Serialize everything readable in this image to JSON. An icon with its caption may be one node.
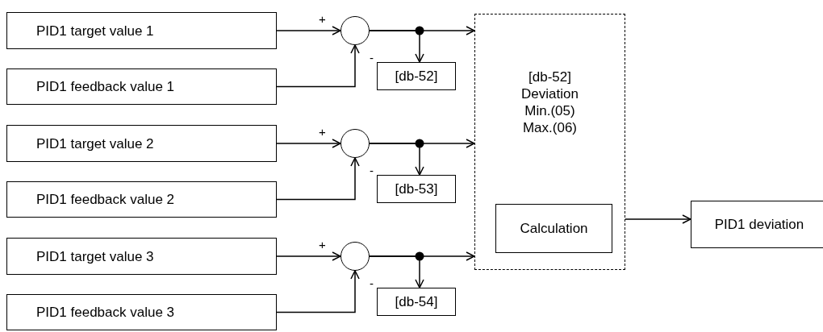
{
  "diagram": {
    "nodes": [
      {
        "text": [
          "PID1 target value 1"
        ]
      },
      {
        "text": [
          "PID1 feedback value 1"
        ]
      },
      {
        "text": [],
        "shape": "circle"
      },
      {
        "text": [
          "[db-52]"
        ]
      },
      {
        "text": [
          "PID1 target value 2"
        ]
      },
      {
        "text": [
          "PID1 feedback value 2"
        ]
      },
      {
        "text": [],
        "shape": "circle"
      },
      {
        "text": [
          "[db-53]"
        ]
      },
      {
        "text": [
          "PID1 target value 3"
        ]
      },
      {
        "text": [
          "PID1 feedback value 3"
        ]
      },
      {
        "text": [],
        "shape": "circle"
      },
      {
        "text": [
          "[db-54]"
        ]
      },
      {
        "text": [
          "[db-52] Deviation Min.(05) Max.(06)"
        ]
      },
      {
        "text": [
          "Calculation"
        ],
        "in": 12
      },
      {
        "text": [
          "PID1 deviation"
        ]
      }
    ],
    "edges": [
      {
        "from": 0,
        "to": 2,
        "arrow": "to",
        "label": "+"
      },
      {
        "from": 1,
        "to": 2,
        "arrow": "to",
        "label": "-"
      },
      {
        "from": 2,
        "to": 12,
        "arrow": "to"
      },
      {
        "from": 2,
        "to": 3,
        "arrow": "to"
      },
      {
        "from": 4,
        "to": 6,
        "arrow": "to",
        "label": "+"
      },
      {
        "from": 5,
        "to": 6,
        "arrow": "to",
        "label": "-"
      },
      {
        "from": 6,
        "to": 12,
        "arrow": "to"
      },
      {
        "from": 6,
        "to": 7,
        "arrow": "to"
      },
      {
        "from": 8,
        "to": 10,
        "arrow": "to",
        "label": "+"
      },
      {
        "from": 9,
        "to": 10,
        "arrow": "to",
        "label": "-"
      },
      {
        "from": 10,
        "to": 12,
        "arrow": "to"
      },
      {
        "from": 10,
        "to": 11,
        "arrow": "to"
      },
      {
        "from": 12,
        "to": 14,
        "arrow": "to"
      }
    ]
  }
}
